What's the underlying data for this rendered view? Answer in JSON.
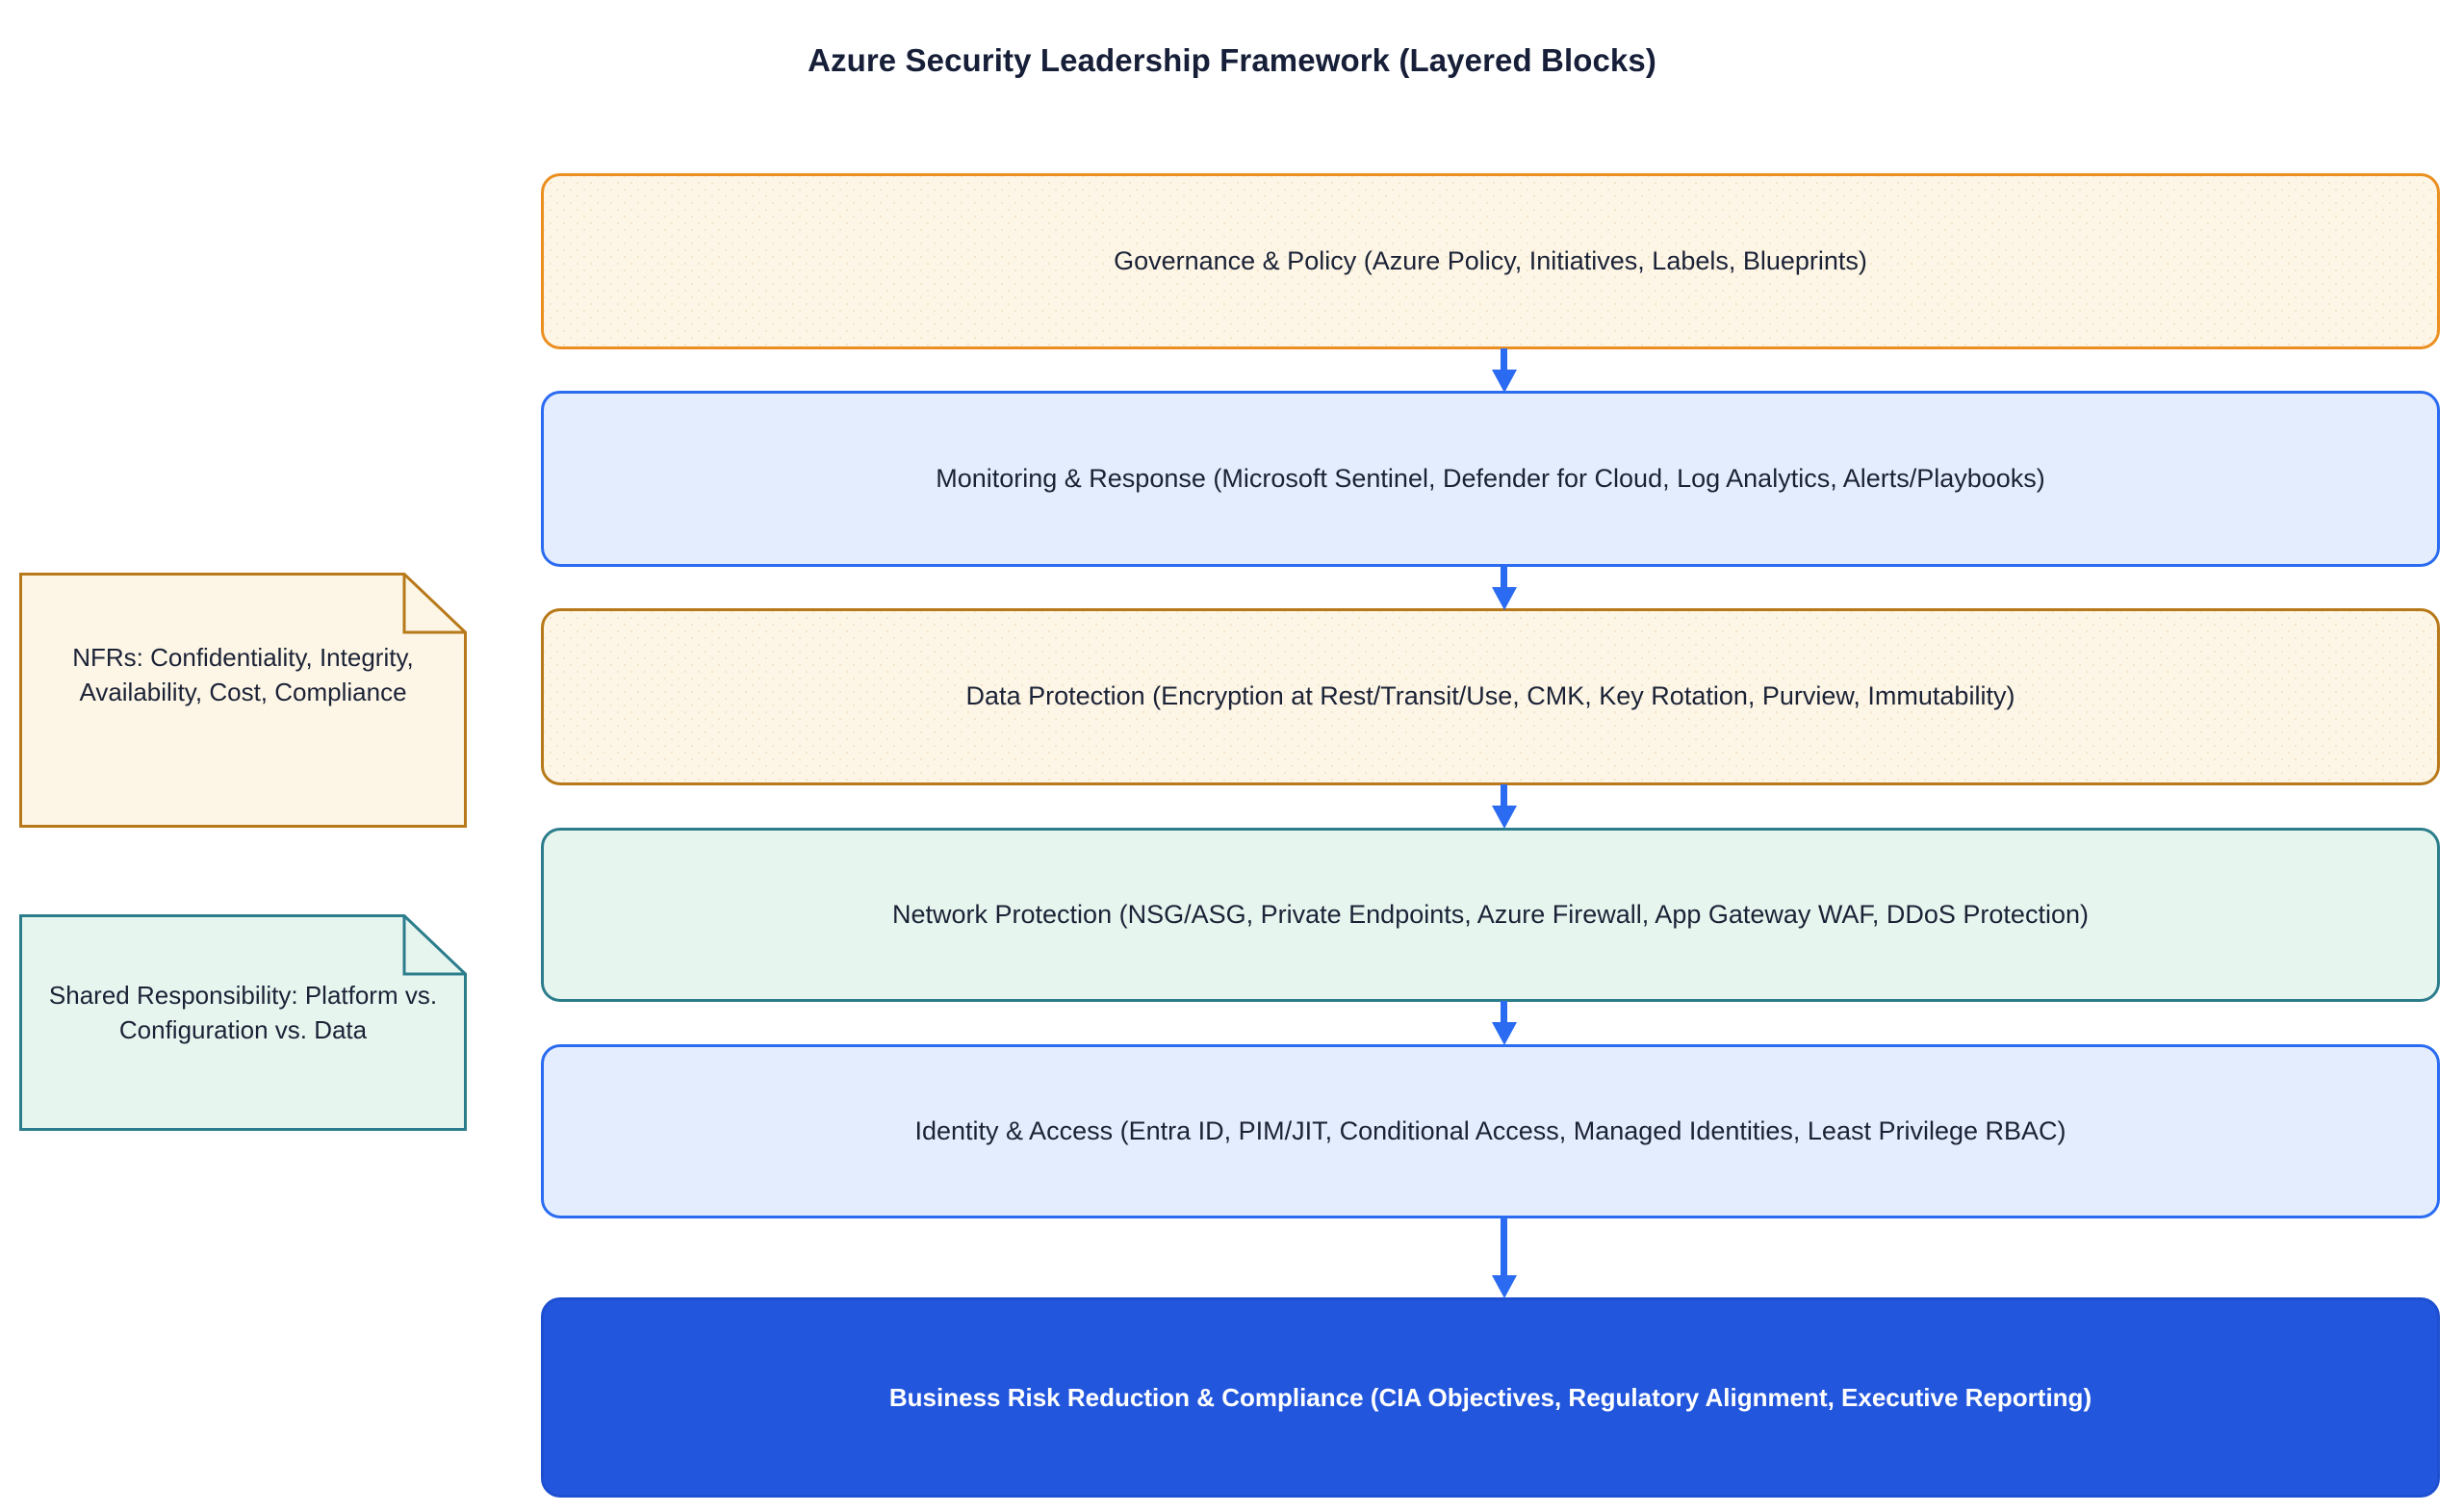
{
  "title": "Azure Security Leadership Framework (Layered Blocks)",
  "colors": {
    "title_text": "#161e38",
    "block_text": "#1b2236",
    "cream_fill": "#fdf6e6",
    "orange_border_bright": "#eb8f21",
    "orange_border_dark": "#b8791a",
    "blue_fill": "#e4edfd",
    "blue_border": "#2a6bf2",
    "mint_fill": "#e7f5ef",
    "teal_border": "#2c7d8c",
    "outcome_fill": "#2256dd",
    "outcome_text": "#ffffff",
    "arrow": "#2a6bf2"
  },
  "layers": [
    {
      "id": "governance-policy",
      "label": "Governance & Policy (Azure Policy, Initiatives, Labels, Blueprints)",
      "fill": "cream",
      "border": "orange-bright"
    },
    {
      "id": "monitoring-response",
      "label": "Monitoring & Response (Microsoft Sentinel, Defender for Cloud, Log Analytics, Alerts/Playbooks)",
      "fill": "blue",
      "border": "blue"
    },
    {
      "id": "data-protection",
      "label": "Data Protection (Encryption at Rest/Transit/Use, CMK, Key Rotation, Purview, Immutability)",
      "fill": "cream",
      "border": "orange-dark"
    },
    {
      "id": "network-protection",
      "label": "Network Protection (NSG/ASG, Private Endpoints, Azure Firewall, App Gateway WAF, DDoS Protection)",
      "fill": "mint",
      "border": "teal"
    },
    {
      "id": "identity-access",
      "label": "Identity & Access (Entra ID, PIM/JIT, Conditional Access, Managed Identities, Least Privilege RBAC)",
      "fill": "blue",
      "border": "blue"
    },
    {
      "id": "business-risk-reduction",
      "label": "Business Risk Reduction & Compliance (CIA Objectives, Regulatory Alignment, Executive Reporting)",
      "fill": "solid-blue",
      "border": "solid-blue"
    }
  ],
  "notes": [
    {
      "id": "nfrs",
      "label": "NFRs: Confidentiality, Integrity, Availability, Cost, Compliance",
      "fill": "cream",
      "border": "orange-dark"
    },
    {
      "id": "shared-responsibility",
      "label": "Shared Responsibility: Platform vs. Configuration vs. Data",
      "fill": "mint",
      "border": "teal"
    }
  ],
  "connectors": [
    {
      "from": "governance-policy",
      "to": "monitoring-response"
    },
    {
      "from": "monitoring-response",
      "to": "data-protection"
    },
    {
      "from": "data-protection",
      "to": "network-protection"
    },
    {
      "from": "network-protection",
      "to": "identity-access"
    },
    {
      "from": "identity-access",
      "to": "business-risk-reduction"
    }
  ]
}
